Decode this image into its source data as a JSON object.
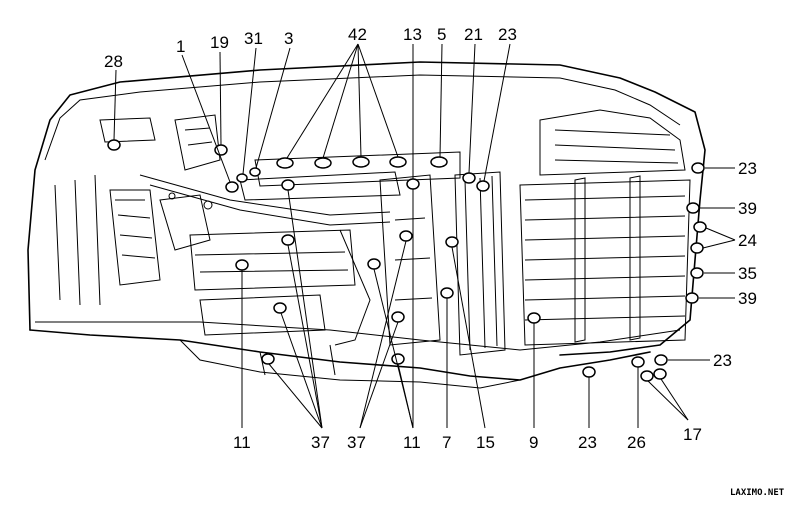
{
  "diagram": {
    "callouts": [
      {
        "id": "c28",
        "text": "28"
      },
      {
        "id": "c1",
        "text": "1"
      },
      {
        "id": "c19",
        "text": "19"
      },
      {
        "id": "c31",
        "text": "31"
      },
      {
        "id": "c3",
        "text": "3"
      },
      {
        "id": "c42",
        "text": "42"
      },
      {
        "id": "c13",
        "text": "13"
      },
      {
        "id": "c5",
        "text": "5"
      },
      {
        "id": "c21",
        "text": "21"
      },
      {
        "id": "c23a",
        "text": "23"
      },
      {
        "id": "c23b",
        "text": "23"
      },
      {
        "id": "c39a",
        "text": "39"
      },
      {
        "id": "c24",
        "text": "24"
      },
      {
        "id": "c35",
        "text": "35"
      },
      {
        "id": "c39b",
        "text": "39"
      },
      {
        "id": "c23c",
        "text": "23"
      },
      {
        "id": "c17",
        "text": "17"
      },
      {
        "id": "c11a",
        "text": "11"
      },
      {
        "id": "c37a",
        "text": "37"
      },
      {
        "id": "c37b",
        "text": "37"
      },
      {
        "id": "c11b",
        "text": "11"
      },
      {
        "id": "c7",
        "text": "7"
      },
      {
        "id": "c15",
        "text": "15"
      },
      {
        "id": "c9",
        "text": "9"
      },
      {
        "id": "c23d",
        "text": "23"
      },
      {
        "id": "c26",
        "text": "26"
      }
    ],
    "watermark": "LAXIMO.NET"
  }
}
